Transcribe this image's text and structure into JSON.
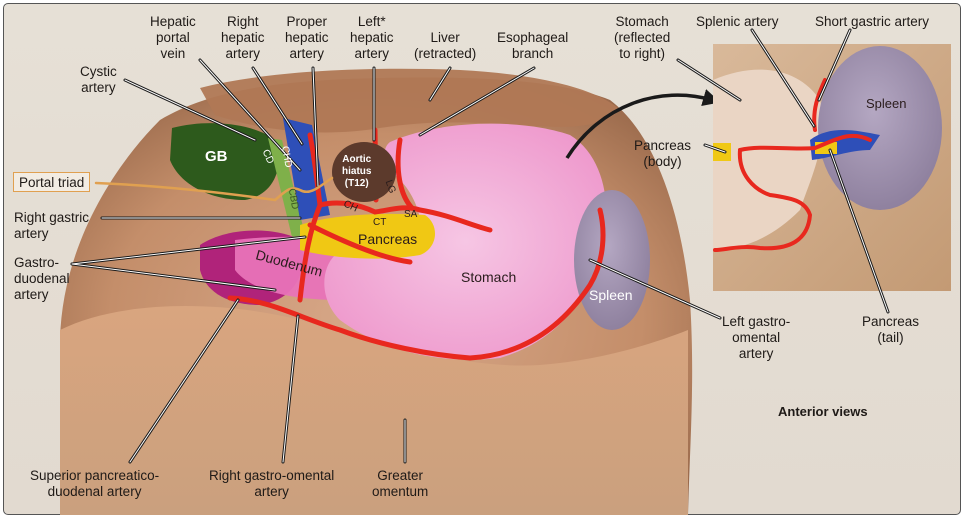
{
  "figure": {
    "view_caption": "Anterior views",
    "callout_labels": {
      "hepatic_portal_vein": "Hepatic\nportal\nvein",
      "right_hepatic_artery": "Right\nhepatic\nartery",
      "proper_hepatic_artery": "Proper\nhepatic\nartery",
      "left_hepatic_artery": "Left*\nhepatic\nartery",
      "liver_retracted": "Liver\n(retracted)",
      "esophageal_branch": "Esophageal\nbranch",
      "cystic_artery": "Cystic\nartery",
      "portal_triad": "Portal triad",
      "right_gastric_artery": "Right gastric\nartery",
      "gastroduodenal_artery": "Gastro-\nduodenal\nartery",
      "superior_pancreaticoduodenal_artery": "Superior pancreatico-\nduodenal artery",
      "right_gastro_omental_artery": "Right gastro-omental\nartery",
      "greater_omentum": "Greater\nomentum",
      "left_gastro_omental_artery": "Left gastro-\nomental\nartery",
      "stomach_reflected": "Stomach\n(reflected\nto right)",
      "splenic_artery": "Splenic artery",
      "short_gastric_artery": "Short gastric artery",
      "pancreas_body": "Pancreas\n(body)",
      "pancreas_tail": "Pancreas\n(tail)"
    },
    "in_image_labels": {
      "gb": "GB",
      "cd": "CD",
      "chd": "CHD",
      "cbd": "CBD",
      "aortic_hiatus": "Aortic\nhiatus\n(T12)",
      "lg": "LG",
      "ch": "CH",
      "ct": "CT",
      "sa": "SA",
      "pancreas": "Pancreas",
      "duodenum": "Duodenum",
      "stomach": "Stomach",
      "spleen_main": "Spleen",
      "spleen_inset": "Spleen"
    },
    "colors": {
      "artery": "#e8281e",
      "vein": "#2e4fb8",
      "gallbladder": "#2d5a1c",
      "bile_duct": "#7fb04a",
      "pancreas": "#f0c814",
      "stomach": "#f0a0d0",
      "duodenum_dark": "#b0237a",
      "spleen": "#9a8aa8",
      "portal_triad_outline": "#e0a050"
    }
  }
}
